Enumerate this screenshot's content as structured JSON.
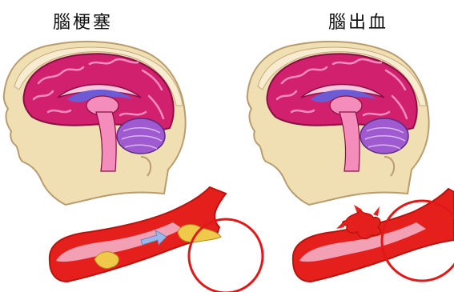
{
  "titles": {
    "left": "腦梗塞",
    "right": "腦出血"
  },
  "colors": {
    "skin": "#f1dfb4",
    "skin_outline": "#b89c6e",
    "brain": "#d1206e",
    "brain_light": "#f48cbc",
    "cerebellum": "#a05ad0",
    "ventricle": "#6d5bd6",
    "artery": "#e5201c",
    "artery_dark": "#b8140f",
    "vessel_wall": "#f6b7cf",
    "clot": "#f0c84a",
    "arrow": "#9bb8ea",
    "highlight_circle": "#e01818"
  },
  "icons": {
    "left_panel": "head-cross-section-with-blocked-artery",
    "right_panel": "head-cross-section-with-ruptured-artery"
  }
}
